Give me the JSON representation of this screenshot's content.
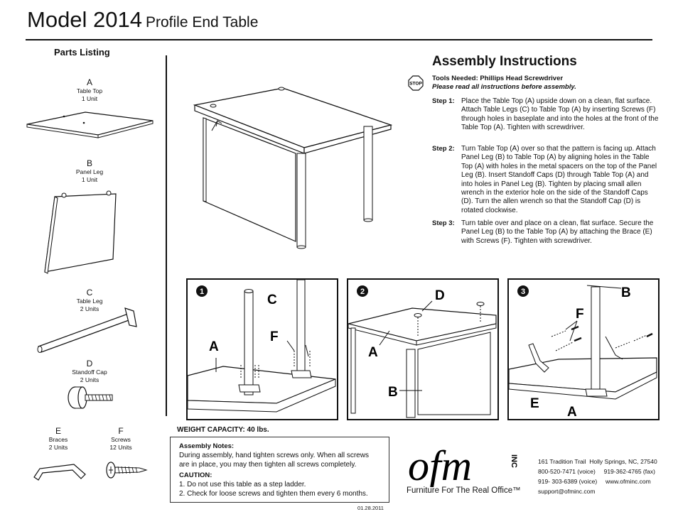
{
  "header": {
    "model": "Model 2014",
    "subtitle": "Profile End Table"
  },
  "parts": {
    "title": "Parts Listing",
    "items": [
      {
        "letter": "A",
        "name": "Table Top",
        "qty": "1 Unit"
      },
      {
        "letter": "B",
        "name": "Panel Leg",
        "qty": "1 Unit"
      },
      {
        "letter": "C",
        "name": "Table Leg",
        "qty": "2 Units"
      },
      {
        "letter": "D",
        "name": "Standoff Cap",
        "qty": "2 Units"
      },
      {
        "letter": "E",
        "name": "Braces",
        "qty": "2 Units"
      },
      {
        "letter": "F",
        "name": "Screws",
        "qty": "12 Units"
      }
    ]
  },
  "assembly": {
    "title": "Assembly Instructions",
    "stop_icon": "stop-sign-icon",
    "stop_text": "STOP",
    "tools": "Tools Needed: Phillips Head Screwdriver",
    "read_note": "Please read all instructions before assembly.",
    "steps": [
      {
        "label": "Step 1:",
        "text": "Place the Table Top (A) upside down on a clean, flat surface. Attach Table Legs (C) to Table Top (A) by inserting Screws (F) through holes in baseplate and into the holes at the front of the Table Top (A). Tighten with screwdriver."
      },
      {
        "label": "Step 2:",
        "text": "Turn Table Top (A) over so that the pattern is facing up. Attach Panel Leg (B) to Table Top (A) by aligning holes in the Table Top (A) with holes in the metal spacers on the top of the Panel Leg (B). Insert Standoff Caps (D) through Table Top (A) and into holes in Panel Leg (B). Tighten by placing small allen wrench in the exterior hole on the side of the Standoff Caps (D). Turn the allen wrench so that the Standoff Cap (D) is rotated clockwise."
      },
      {
        "label": "Step 3:",
        "text": "Turn table over and place on a clean, flat surface. Secure the Panel Leg (B) to the Table Top (A) by attaching the Brace (E) with Screws (F). Tighten with screwdriver."
      }
    ]
  },
  "diagrams": [
    {
      "number": "1",
      "labels": [
        "C",
        "F",
        "A"
      ]
    },
    {
      "number": "2",
      "labels": [
        "D",
        "A",
        "B"
      ]
    },
    {
      "number": "3",
      "labels": [
        "B",
        "F",
        "E",
        "A"
      ]
    }
  ],
  "weight": "WEIGHT CAPACITY: 40 lbs.",
  "notes": {
    "title": "Assembly Notes:",
    "line1": "During assembly, hand tighten screws only. When all screws",
    "line2": "are in place, you may then tighten all screws completely.",
    "caution_title": "CAUTION:",
    "caution1": "1. Do not use this table as a step ladder.",
    "caution2": "2. Check for loose screws and tighten them every 6 months."
  },
  "date": "01.28.2011",
  "logo": {
    "text": "ofm",
    "suffix": "INC",
    "tagline": "Furniture For The Real Office™"
  },
  "contact": {
    "address": "161 Tradition Trail  Holly Springs, NC, 27540",
    "phone1": "800-520-7471 (voice)     919-362-4765 (fax)",
    "phone2": "919- 303-6389 (voice)     www.ofminc.com",
    "email": "support@ofminc.com"
  }
}
